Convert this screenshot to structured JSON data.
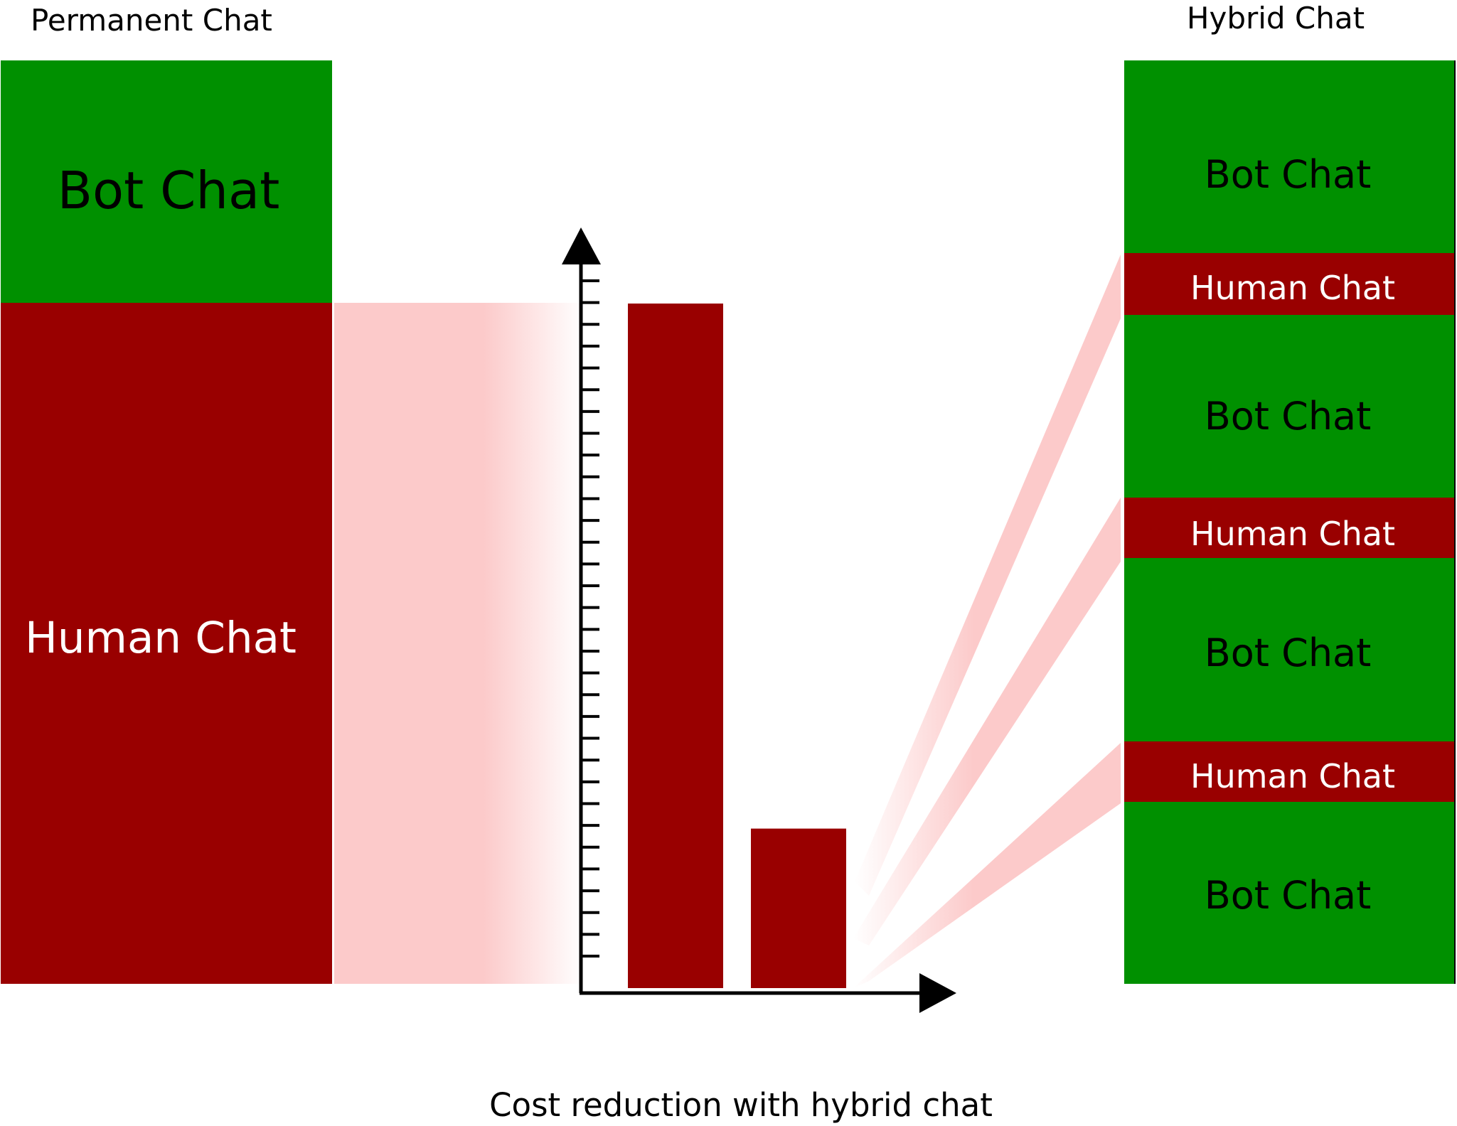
{
  "colors": {
    "bot": "#009000",
    "human": "#990000",
    "band": "#fccaca",
    "axis": "#000000",
    "background": "#ffffff"
  },
  "permanent_chat": {
    "title": "Permanent Chat",
    "bot_label": "Bot Chat",
    "human_label": "Human Chat"
  },
  "hybrid_chat": {
    "title": "Hybrid Chat",
    "segments": [
      {
        "type": "bot",
        "label": "Bot Chat"
      },
      {
        "type": "human",
        "label": "Human Chat"
      },
      {
        "type": "bot",
        "label": "Bot Chat"
      },
      {
        "type": "human",
        "label": "Human Chat"
      },
      {
        "type": "bot",
        "label": "Bot Chat"
      },
      {
        "type": "human",
        "label": "Human Chat"
      },
      {
        "type": "bot",
        "label": "Bot Chat"
      }
    ]
  },
  "chart_data": {
    "type": "bar",
    "categories": [
      "",
      ""
    ],
    "values": [
      1.0,
      0.233
    ],
    "caption": "Cost reduction with hybrid chat",
    "tick_count": 32
  }
}
